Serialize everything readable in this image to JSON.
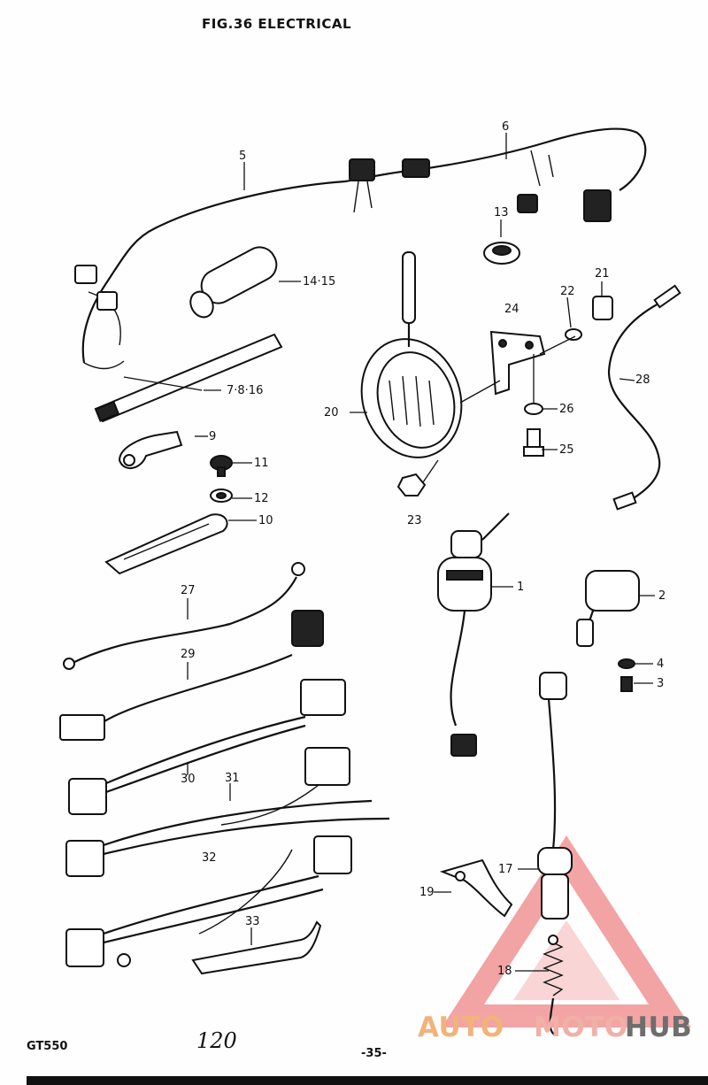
{
  "header": {
    "title": "FIG.36  ELECTRICAL"
  },
  "footer": {
    "model": "GT550",
    "handwritten": "120",
    "page": "-35-"
  },
  "watermark": {
    "brand_a": "AUTO",
    "brand_b": "MOTO",
    "brand_c": "HUB",
    "colors": [
      "#f1b37a",
      "#f0b0a8",
      "#6e6e6e",
      "#e95a5a"
    ]
  },
  "labels": {
    "l5": "5",
    "l6": "6",
    "l13": "13",
    "l1415": "14·15",
    "l21": "21",
    "l22": "22",
    "l24": "24",
    "l28": "28",
    "l7816": "7·8·16",
    "l9": "9",
    "l20": "20",
    "l26": "26",
    "l25": "25",
    "l11": "11",
    "l12": "12",
    "l10": "10",
    "l23": "23",
    "l27": "27",
    "l1": "1",
    "l2": "2",
    "l29": "29",
    "l4": "4",
    "l3": "3",
    "l30": "30",
    "l31": "31",
    "l32": "32",
    "l17": "17",
    "l19": "19",
    "l33": "33",
    "l18": "18"
  }
}
